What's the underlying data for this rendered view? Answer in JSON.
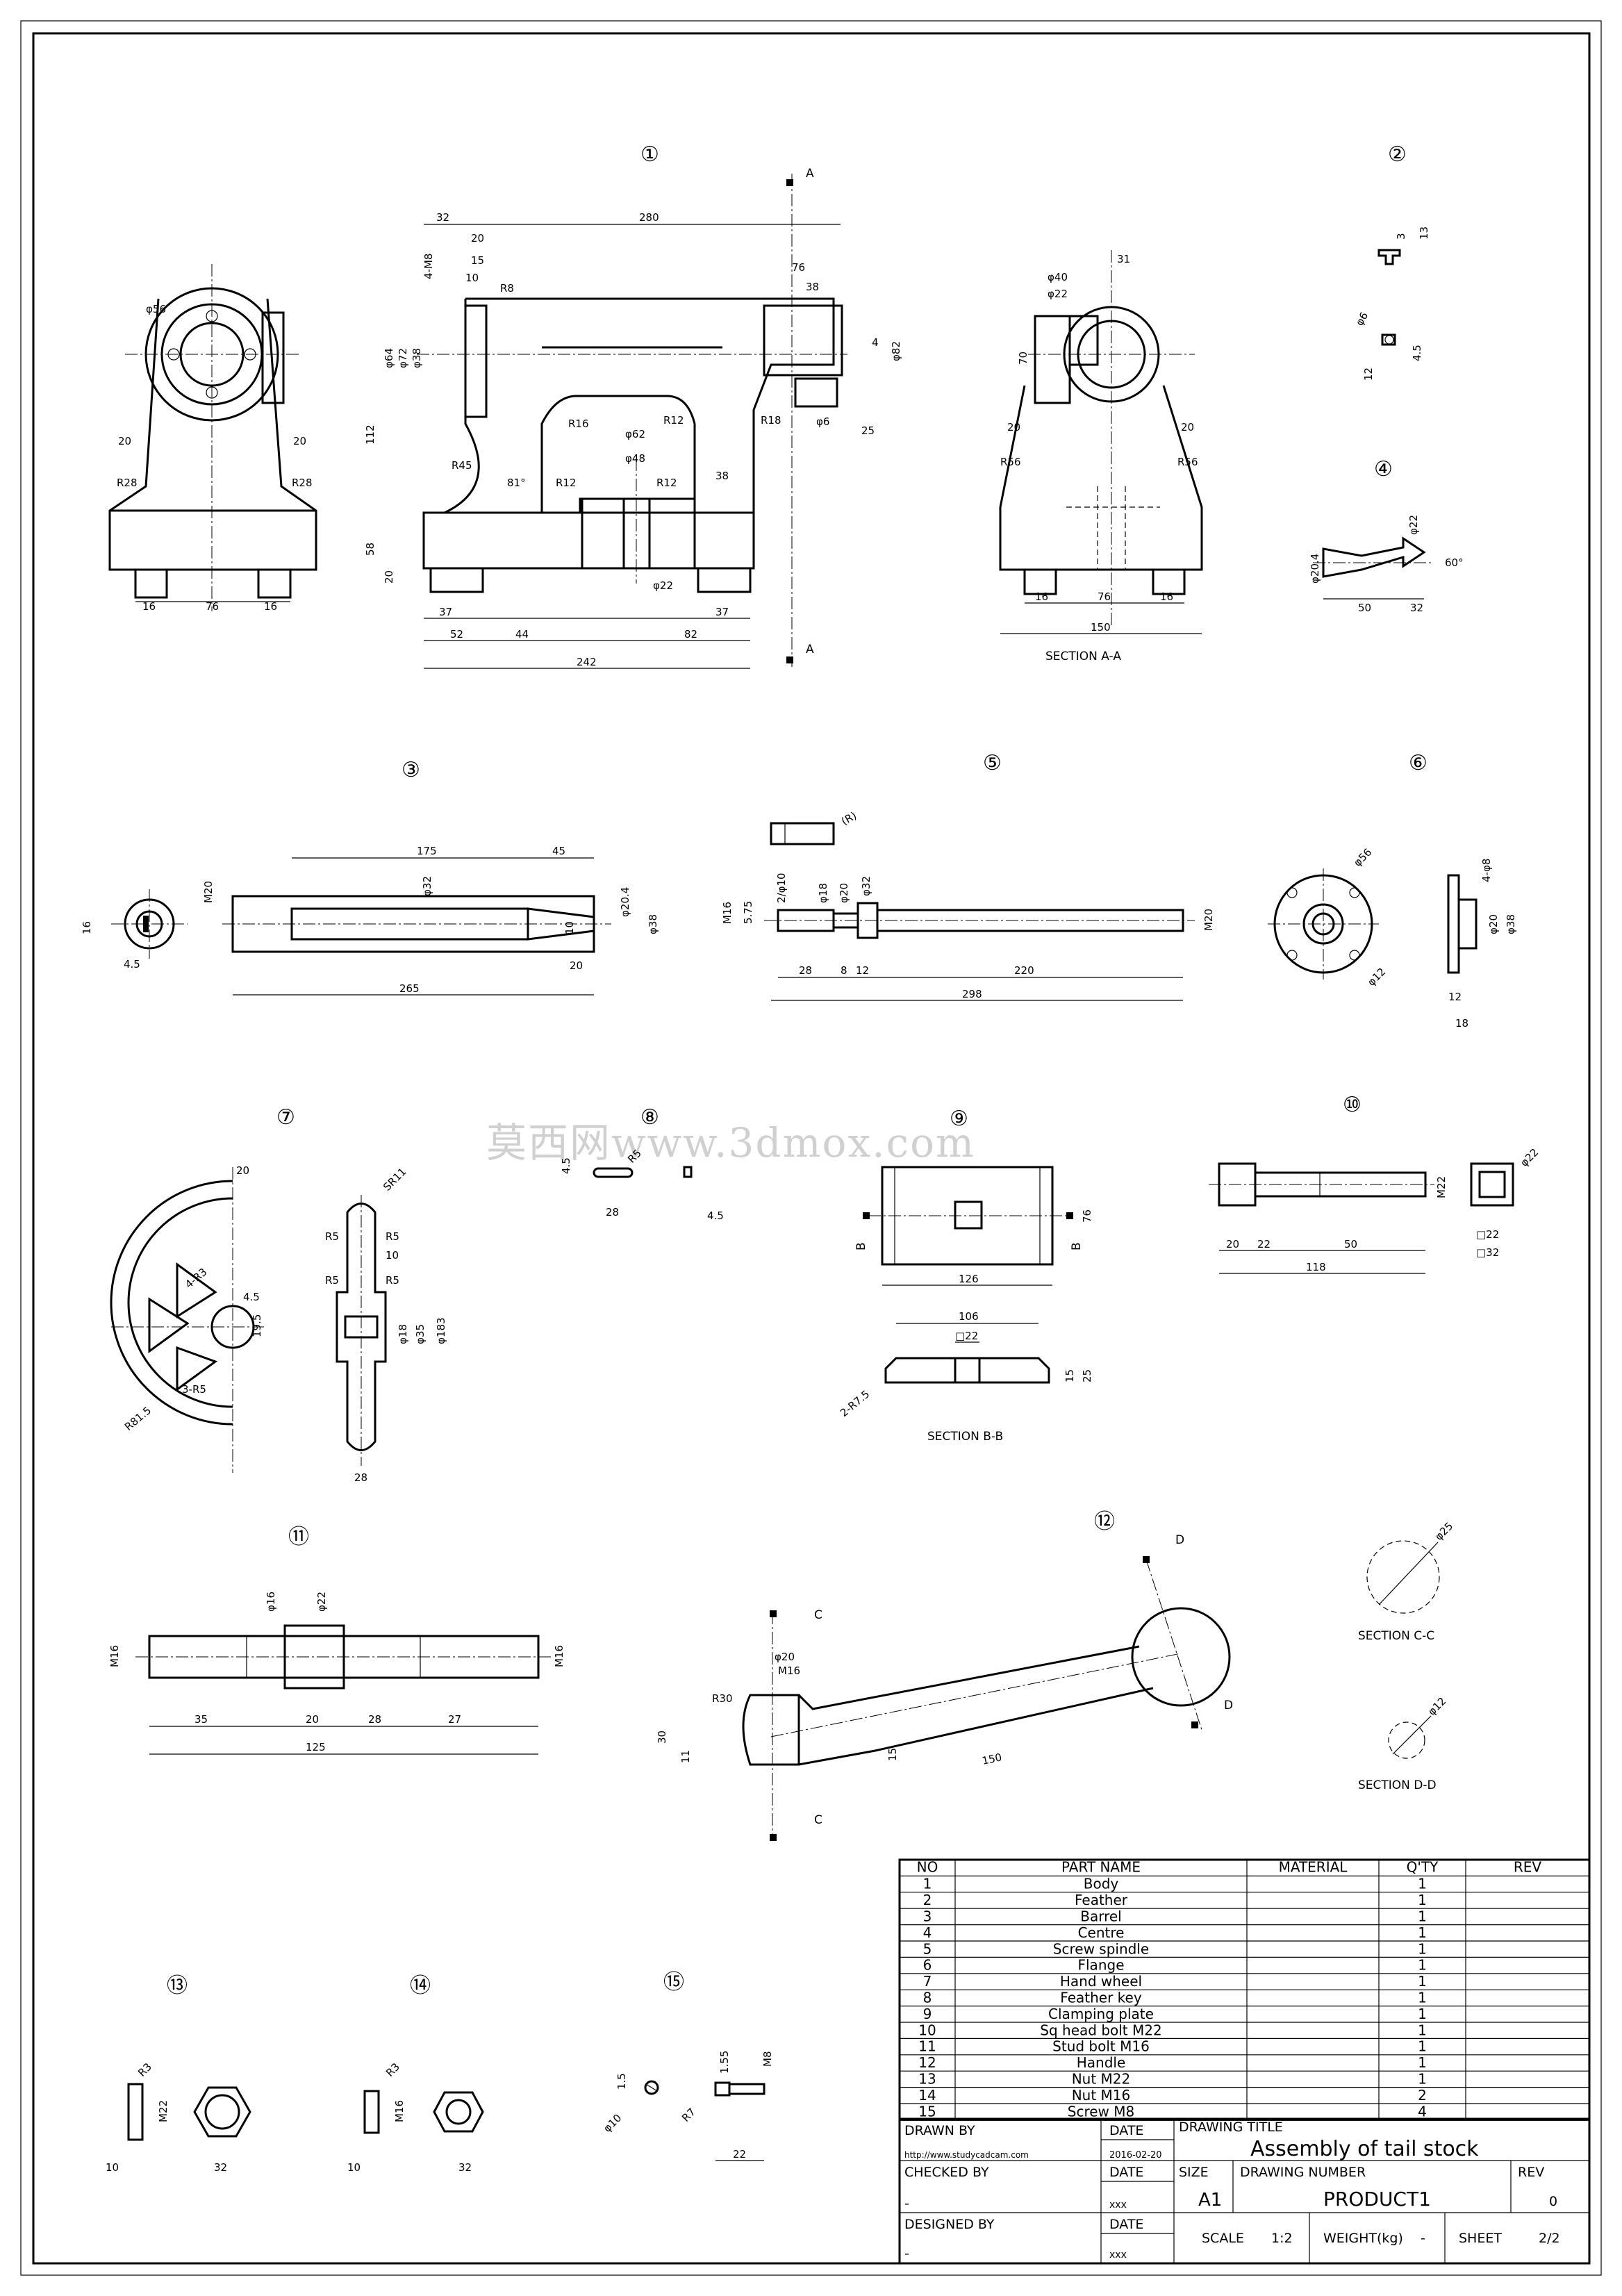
{
  "parts_labels": {
    "p1": "①",
    "p2": "②",
    "p3": "③",
    "p4": "④",
    "p5": "⑤",
    "p6": "⑥",
    "p7": "⑦",
    "p8": "⑧",
    "p9": "⑨",
    "p10": "⑩",
    "p11": "⑪",
    "p12": "⑫",
    "p13": "⑬",
    "p14": "⑭",
    "p15": "⑮"
  },
  "view_labels": {
    "sec_aa": "SECTION A-A",
    "sec_bb": "SECTION B-B",
    "sec_cc": "SECTION C-C",
    "sec_dd": "SECTION D-D",
    "cut_a": "A",
    "cut_b": "B",
    "cut_c": "C",
    "cut_d": "D"
  },
  "dims": {
    "d_280": "280",
    "d_32": "32",
    "d_20": "20",
    "d_15": "15",
    "d_10": "10",
    "d_4m8": "4-M8",
    "d_r8": "R8",
    "d_76": "76",
    "d_38": "38",
    "d_4": "4",
    "d_phi82": "φ82",
    "d_phi64": "φ64",
    "d_phi72": "φ72",
    "d_phi38": "φ38",
    "d_112": "112",
    "d_r16": "R16",
    "d_r12a": "R12",
    "d_phi62": "φ62",
    "d_r18": "R18",
    "d_phi6": "φ6",
    "d_25": "25",
    "d_r45": "R45",
    "d_81": "81°",
    "d_phi48": "φ48",
    "d_r12b": "R12",
    "d_r12c": "R12",
    "d_38b": "38",
    "d_58": "58",
    "d_20b": "20",
    "d_phi22": "φ22",
    "d_37a": "37",
    "d_37b": "37",
    "d_52": "52",
    "d_44": "44",
    "d_82": "82",
    "d_242": "242",
    "l_phi56": "φ56",
    "l_20a": "20",
    "l_20b": "20",
    "l_r28a": "R28",
    "l_r28b": "R28",
    "l_16a": "16",
    "l_76": "76",
    "l_16b": "16",
    "s_31": "31",
    "s_phi40": "φ40",
    "s_phi22": "φ22",
    "s_70": "70",
    "s_20a": "20",
    "s_20b": "20",
    "s_r56a": "R56",
    "s_r56b": "R56",
    "s_16a": "16",
    "s_76": "76",
    "s_16b": "16",
    "s_150": "150",
    "f_3": "3",
    "f_13": "13",
    "f_phi6": "φ6",
    "f_4_5": "4.5",
    "f_12": "12",
    "c_phi22": "φ22",
    "c_phi20_4": "φ20.4",
    "c_60": "60°",
    "c_50": "50",
    "c_32": "32",
    "b_175": "175",
    "b_45": "45",
    "b_m20": "M20",
    "b_phi32": "φ32",
    "b_phi20_4": "φ20.4",
    "b_phi38": "φ38",
    "b_10": "10",
    "b_16": "16",
    "b_4_5": "4.5",
    "b_20": "20",
    "b_265": "265",
    "ss_r": "(R)",
    "ss_m16": "M16",
    "ss_5_75": "5.75",
    "ss_2_10": "2/φ10",
    "ss_phi18": "φ18",
    "ss_phi20": "φ20",
    "ss_phi32": "φ32",
    "ss_m20": "M20",
    "ss_28": "28",
    "ss_8": "8",
    "ss_12": "12",
    "ss_220": "220",
    "ss_298": "298",
    "fl_phi56": "φ56",
    "fl_phi12": "φ12",
    "fl_4_phi8": "4-φ8",
    "fl_phi20": "φ20",
    "fl_phi38": "φ38",
    "fl_12": "12",
    "fl_18": "18",
    "hw_20": "20",
    "hw_4_r3": "4-R3",
    "hw_4_5": "4.5",
    "hw_19_5": "19.5",
    "hw_3_r5": "3-R5",
    "hw_r81_5": "R81.5",
    "hw_sr11": "SR11",
    "hw_r5a": "R5",
    "hw_r5b": "R5",
    "hw_10": "10",
    "hw_r5c": "R5",
    "hw_r5d": "R5",
    "hw_phi18": "φ18",
    "hw_phi35": "φ35",
    "hw_phi183": "φ183",
    "hw_28": "28",
    "fk_4_5a": "4.5",
    "fk_r5": "R5",
    "fk_28": "28",
    "fk_4_5b": "4.5",
    "cp_76": "76",
    "cp_126": "126",
    "cp_106": "106",
    "cp_sq22": "□22",
    "cp_15": "15",
    "cp_25": "25",
    "cp_2_r7_5": "2-R7.5",
    "sb_m22": "M22",
    "sb_phi22": "φ22",
    "sb_20": "20",
    "sb_22": "22",
    "sb_50": "50",
    "sb_118": "118",
    "sb_sq22": "□22",
    "sb_sq32": "□32",
    "st_phi16": "φ16",
    "st_phi22": "φ22",
    "st_m16a": "M16",
    "st_m16b": "M16",
    "st_35": "35",
    "st_20": "20",
    "st_28": "28",
    "st_27": "27",
    "st_125": "125",
    "h_phi20": "φ20",
    "h_m16": "M16",
    "h_r30": "R30",
    "h_30": "30",
    "h_11": "11",
    "h_15": "15",
    "h_150": "150",
    "h_phi25": "φ25",
    "h_phi12": "φ12",
    "n_r3a": "R3",
    "n_m22": "M22",
    "n_10a": "10",
    "n_32a": "32",
    "n_r3b": "R3",
    "n_m16": "M16",
    "n_10b": "10",
    "n_32b": "32",
    "sc_1_5": "1.5",
    "sc_phi10": "φ10",
    "sc_1_55": "1.55",
    "sc_m8": "M8",
    "sc_r7": "R7",
    "sc_22": "22"
  },
  "watermark": "莫西网www.3dmox.com",
  "bom": {
    "headers": [
      "NO",
      "PART NAME",
      "MATERIAL",
      "Q'TY",
      "REV"
    ],
    "rows": [
      {
        "no": "1",
        "name": "Body",
        "qty": "1"
      },
      {
        "no": "2",
        "name": "Feather",
        "qty": "1"
      },
      {
        "no": "3",
        "name": "Barrel",
        "qty": "1"
      },
      {
        "no": "4",
        "name": "Centre",
        "qty": "1"
      },
      {
        "no": "5",
        "name": "Screw spindle",
        "qty": "1"
      },
      {
        "no": "6",
        "name": "Flange",
        "qty": "1"
      },
      {
        "no": "7",
        "name": "Hand wheel",
        "qty": "1"
      },
      {
        "no": "8",
        "name": "Feather key",
        "qty": "1"
      },
      {
        "no": "9",
        "name": "Clamping plate",
        "qty": "1"
      },
      {
        "no": "10",
        "name": "Sq head bolt M22",
        "qty": "1"
      },
      {
        "no": "11",
        "name": "Stud bolt M16",
        "qty": "1"
      },
      {
        "no": "12",
        "name": "Handle",
        "qty": "1"
      },
      {
        "no": "13",
        "name": "Nut M22",
        "qty": "1"
      },
      {
        "no": "14",
        "name": "Nut M16",
        "qty": "2"
      },
      {
        "no": "15",
        "name": "Screw M8",
        "qty": "4"
      }
    ]
  },
  "title_block": {
    "drawn_by": "DRAWN BY",
    "drawn_val": "http://www.studycadcam.com",
    "date1": "DATE",
    "date1_val": "2016-02-20",
    "drawing_title": "DRAWING TITLE",
    "title_val": "Assembly of tail stock",
    "checked_by": "CHECKED BY",
    "checked_val": "-",
    "date2": "DATE",
    "date2_val": "xxx",
    "size": "SIZE",
    "size_val": "A1",
    "drawing_number": "DRAWING NUMBER",
    "number_val": "PRODUCT1",
    "rev": "REV",
    "rev_val": "0",
    "designed_by": "DESIGNED BY",
    "designed_val": "-",
    "date3": "DATE",
    "date3_val": "xxx",
    "scale": "SCALE",
    "scale_val": "1:2",
    "weight": "WEIGHT(kg)",
    "weight_val": "-",
    "sheet": "SHEET",
    "sheet_val": "2/2"
  }
}
